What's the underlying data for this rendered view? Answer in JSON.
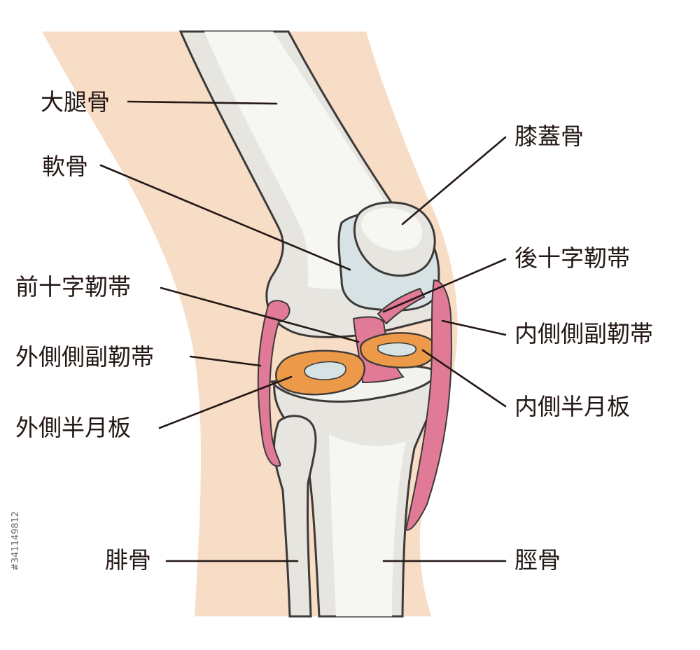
{
  "labels": {
    "femur": "大腿骨",
    "cartilage": "軟骨",
    "acl": "前十字靭帯",
    "lcl": "外側側副靭帯",
    "lateral_meniscus": "外側半月板",
    "fibula": "腓骨",
    "patella": "膝蓋骨",
    "pcl": "後十字靭帯",
    "mcl": "内側側副靭帯",
    "medial_meniscus": "内側半月板",
    "tibia": "脛骨"
  },
  "watermark_id": "#341149812",
  "colors": {
    "skin": "#f7dcc6",
    "bone": "#e6e5e0",
    "bone_light": "#f6f6f3",
    "cartilage": "#d6e2e4",
    "ligament": "#e07a96",
    "meniscus": "#ec9a4a",
    "outline": "#3d3a39"
  }
}
